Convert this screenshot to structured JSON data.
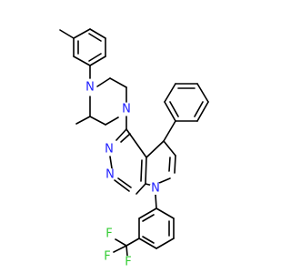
{
  "colors": {
    "background": "#ffffff",
    "bond": "#000000",
    "nitrogen": "#1f1fff",
    "fluorine": "#33cc33"
  },
  "atoms": {
    "n_piperazine_top": "N",
    "n_piperazine_bottom": "N",
    "n_pyrimidine_1": "N",
    "n_pyrimidine_3": "N",
    "n_pyrrole": "N",
    "f_1": "F",
    "f_2": "F",
    "f_3": "F"
  }
}
